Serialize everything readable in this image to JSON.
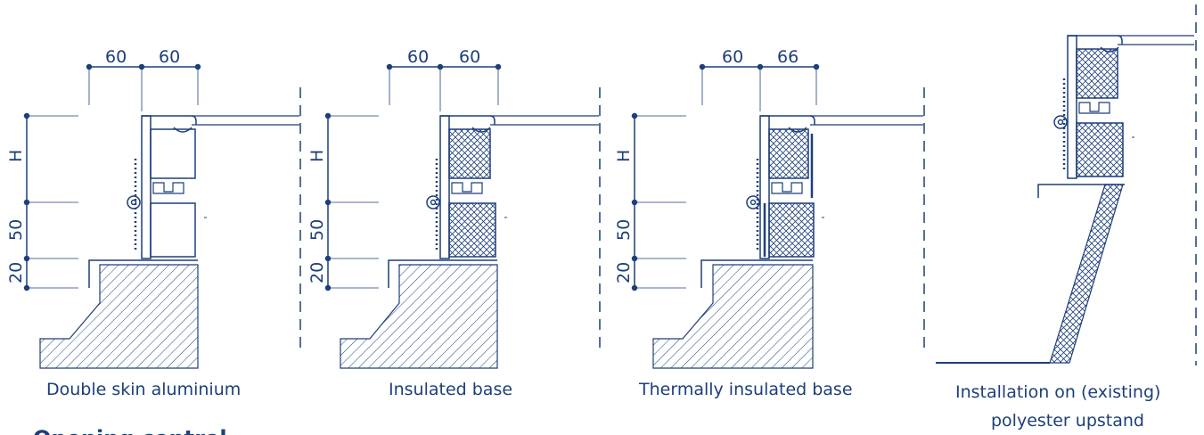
{
  "colors": {
    "ink": "#1d3f7a",
    "background": "#ffffff"
  },
  "panels": [
    {
      "caption": "Double skin aluminium",
      "dim_top_left": "60",
      "dim_top_right": "60",
      "dim_h": "H",
      "dim_50": "50",
      "dim_20": "20"
    },
    {
      "caption": "Insulated base",
      "dim_top_left": "60",
      "dim_top_right": "60",
      "dim_h": "H",
      "dim_50": "50",
      "dim_20": "20"
    },
    {
      "caption": "Thermally insulated base",
      "dim_top_left": "60",
      "dim_top_right": "66",
      "dim_h": "H",
      "dim_50": "50",
      "dim_20": "20"
    },
    {
      "caption_line1": "Installation on (existing)",
      "caption_line2": "polyester upstand"
    }
  ],
  "section_heading_partial": "Opening control"
}
